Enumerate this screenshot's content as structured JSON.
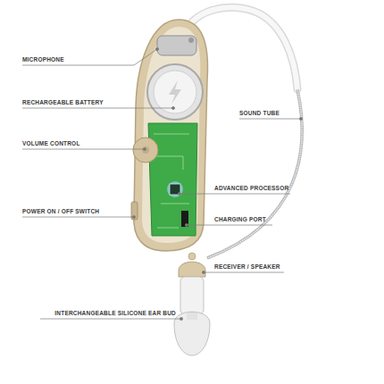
{
  "diagram": {
    "labels": [
      "MICROPHONE",
      "RECHARGEABLE BATTERY",
      "VOLUME CONTROL",
      "POWER ON / OFF SWITCH",
      "SOUND TUBE",
      "ADVANCED PROCESSOR",
      "CHARGING PORT",
      "RECEIVER / SPEAKER",
      "INTERCHANGEABLE SILICONE EAR BUD"
    ]
  }
}
